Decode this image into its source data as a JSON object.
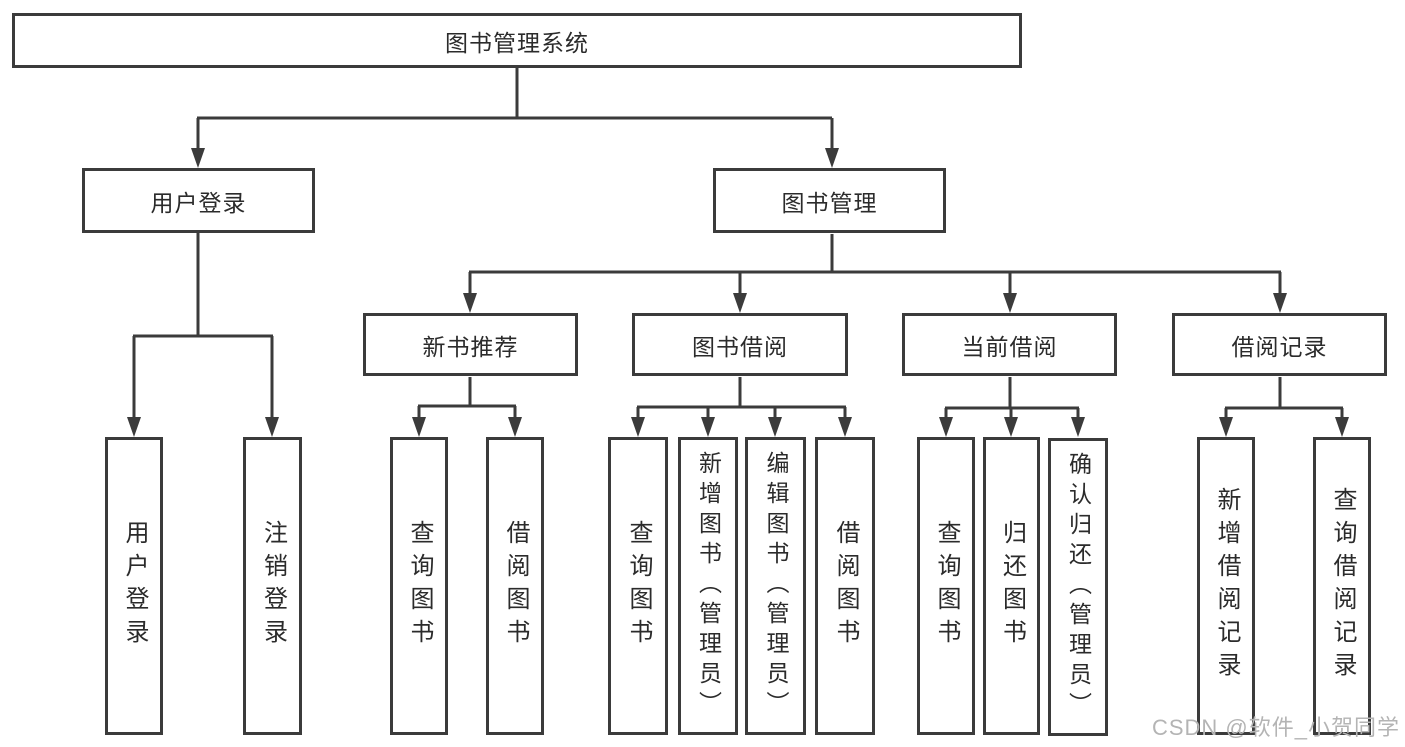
{
  "root": {
    "label": "图书管理系统"
  },
  "branches": {
    "user_login": {
      "label": "用户登录",
      "children": [
        "用户登录",
        "注销登录"
      ]
    },
    "book_management": {
      "label": "图书管理",
      "sections": {
        "new_book_recommend": {
          "label": "新书推荐",
          "children": [
            "查询图书",
            "借阅图书"
          ]
        },
        "book_borrow": {
          "label": "图书借阅",
          "children": [
            "查询图书",
            "新增图书（管理员）",
            "编辑图书（管理员）",
            "借阅图书"
          ]
        },
        "current_borrow": {
          "label": "当前借阅",
          "children": [
            "查询图书",
            "归还图书",
            "确认归还（管理员）"
          ]
        },
        "borrow_record": {
          "label": "借阅记录",
          "children": [
            "新增借阅记录",
            "查询借阅记录"
          ]
        }
      }
    }
  },
  "watermark": "CSDN @软件_小贺同学",
  "colors": {
    "line": "#3b3b3b",
    "box_border": "#3b3b3b",
    "text": "#2b2b2b",
    "watermark": "#b4b4b4",
    "background": "#ffffff"
  }
}
